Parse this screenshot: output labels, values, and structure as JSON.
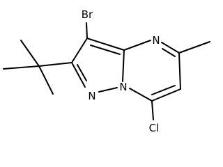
{
  "molecule": {
    "atoms": {
      "bromine": "Br",
      "chlorine": "Cl",
      "ring_nitrogen_upper": "N",
      "ring_nitrogen_left": "N",
      "ring_nitrogen_bridgehead": "N"
    },
    "colors": {
      "bond": "#000000",
      "label": "#000000",
      "background": "#ffffff"
    }
  }
}
